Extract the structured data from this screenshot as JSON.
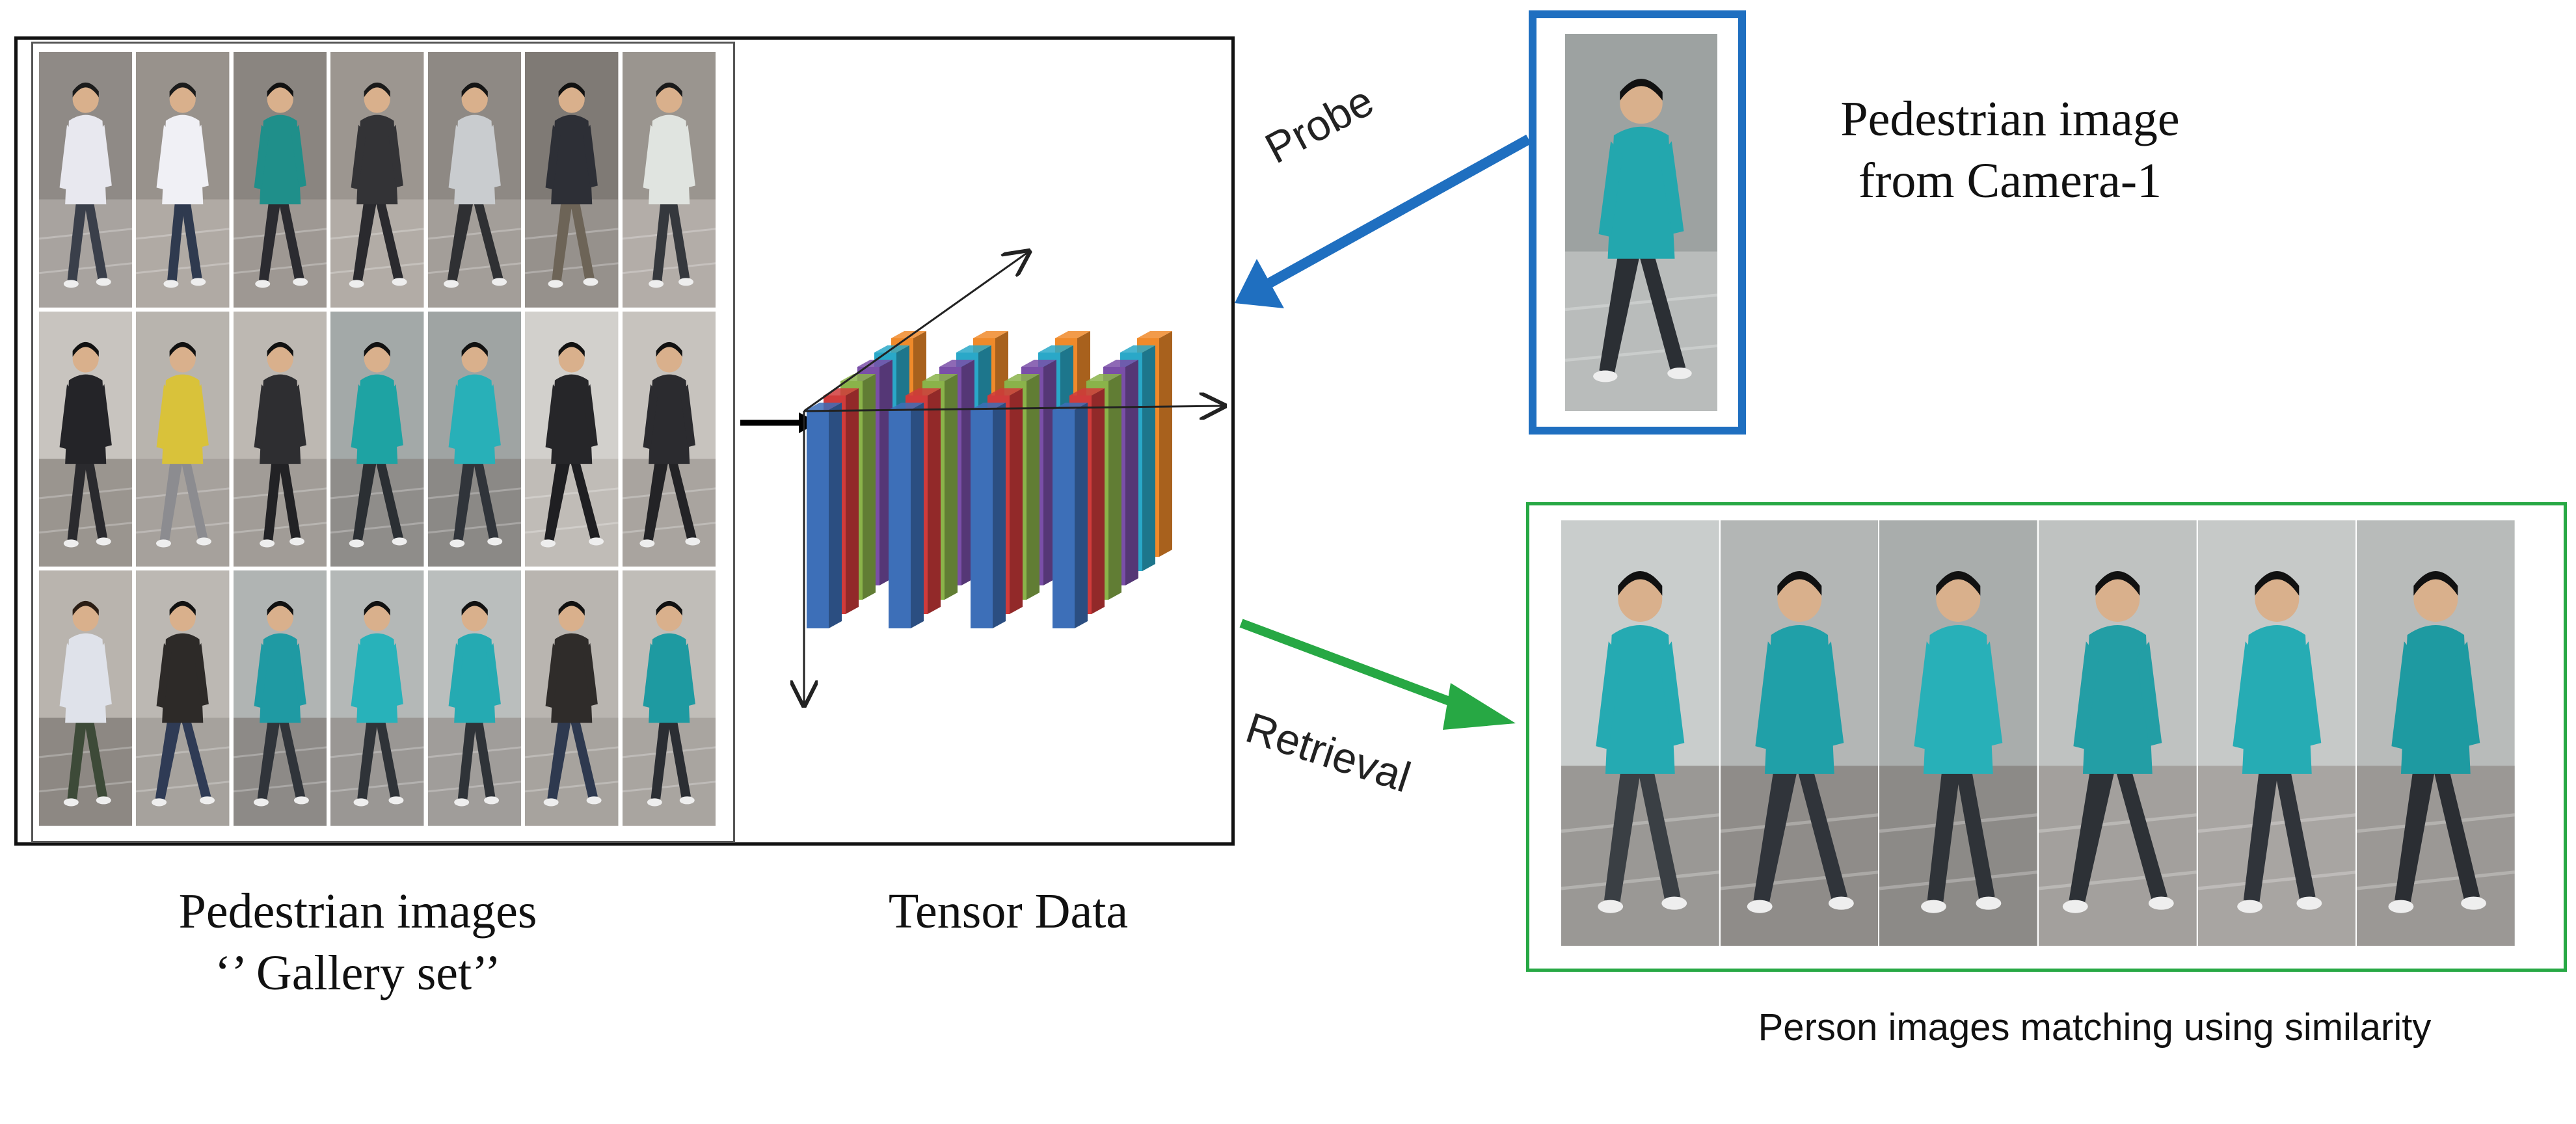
{
  "gallery": {
    "caption_line1": "Pedestrian images",
    "caption_line2": "‘’ Gallery set’’"
  },
  "tensor": {
    "caption": "Tensor Data",
    "bar_colors": [
      "#3d6fb8",
      "#d03b3b",
      "#8ab34a",
      "#7a4fa8",
      "#2aa8c8",
      "#f08a2a"
    ]
  },
  "probe": {
    "label": "Probe",
    "caption_line1": "Pedestrian image",
    "caption_line2": "from Camera-1",
    "color": "#1f6fc0"
  },
  "retrieval": {
    "label": "Retrieval",
    "caption": "Person images matching using similarity",
    "color": "#27a844"
  },
  "icons": {
    "pedestrian": "person-walking-thumbnail"
  }
}
